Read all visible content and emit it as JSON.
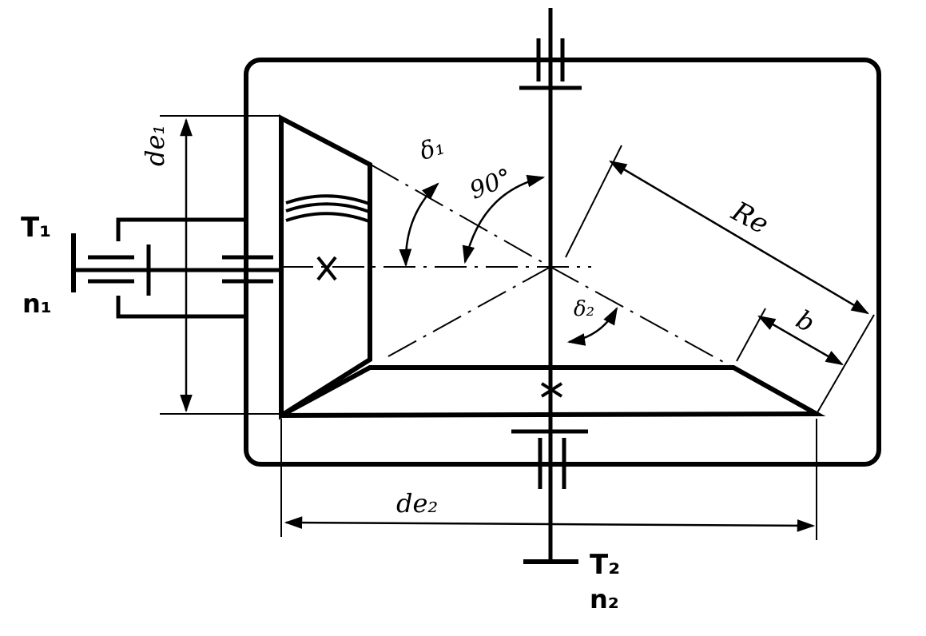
{
  "labels": {
    "t1": "T₁",
    "n1": "n₁",
    "t2": "T₂",
    "n2": "n₂",
    "de1": "de₁",
    "de2": "de₂",
    "delta1": "δ₁",
    "delta2": "δ₂",
    "angle90": "90°",
    "re": "Re",
    "b": "b"
  },
  "colors": {
    "ink": "#000000",
    "paper": "#ffffff"
  }
}
